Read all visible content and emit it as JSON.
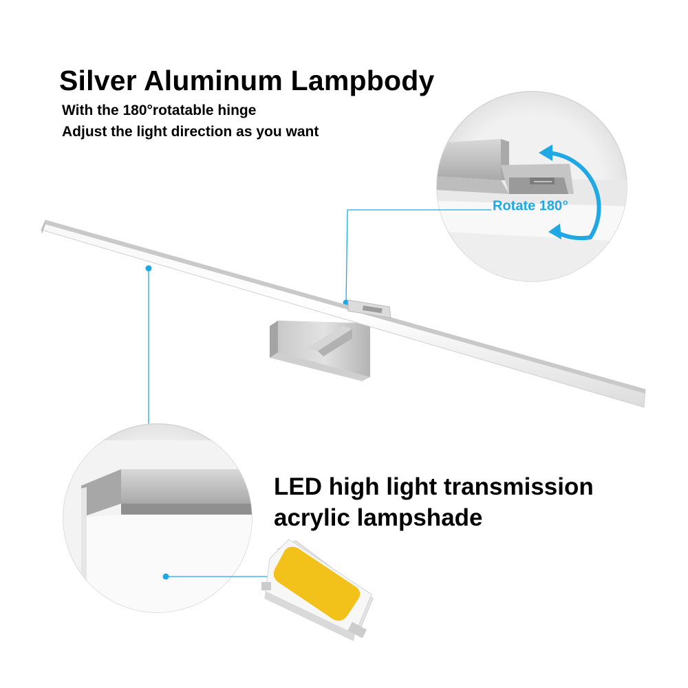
{
  "heading": "Silver Aluminum Lampbody",
  "subheading_lines": [
    "With the 180°rotatable hinge",
    "Adjust the light direction as you want"
  ],
  "rotate_callout": {
    "label": "Rotate 180",
    "degree_mark": "o"
  },
  "lampshade_caption_lines": [
    "LED high light transmission",
    "acrylic lampshade"
  ],
  "colors": {
    "accent_blue": "#1fa8e3",
    "led_yellow": "#f2c21b",
    "aluminum_gray": "#b9b9b9"
  },
  "icons": [
    "rotation-arrow-icon",
    "led-chip-icon",
    "callout-dot-icon"
  ]
}
